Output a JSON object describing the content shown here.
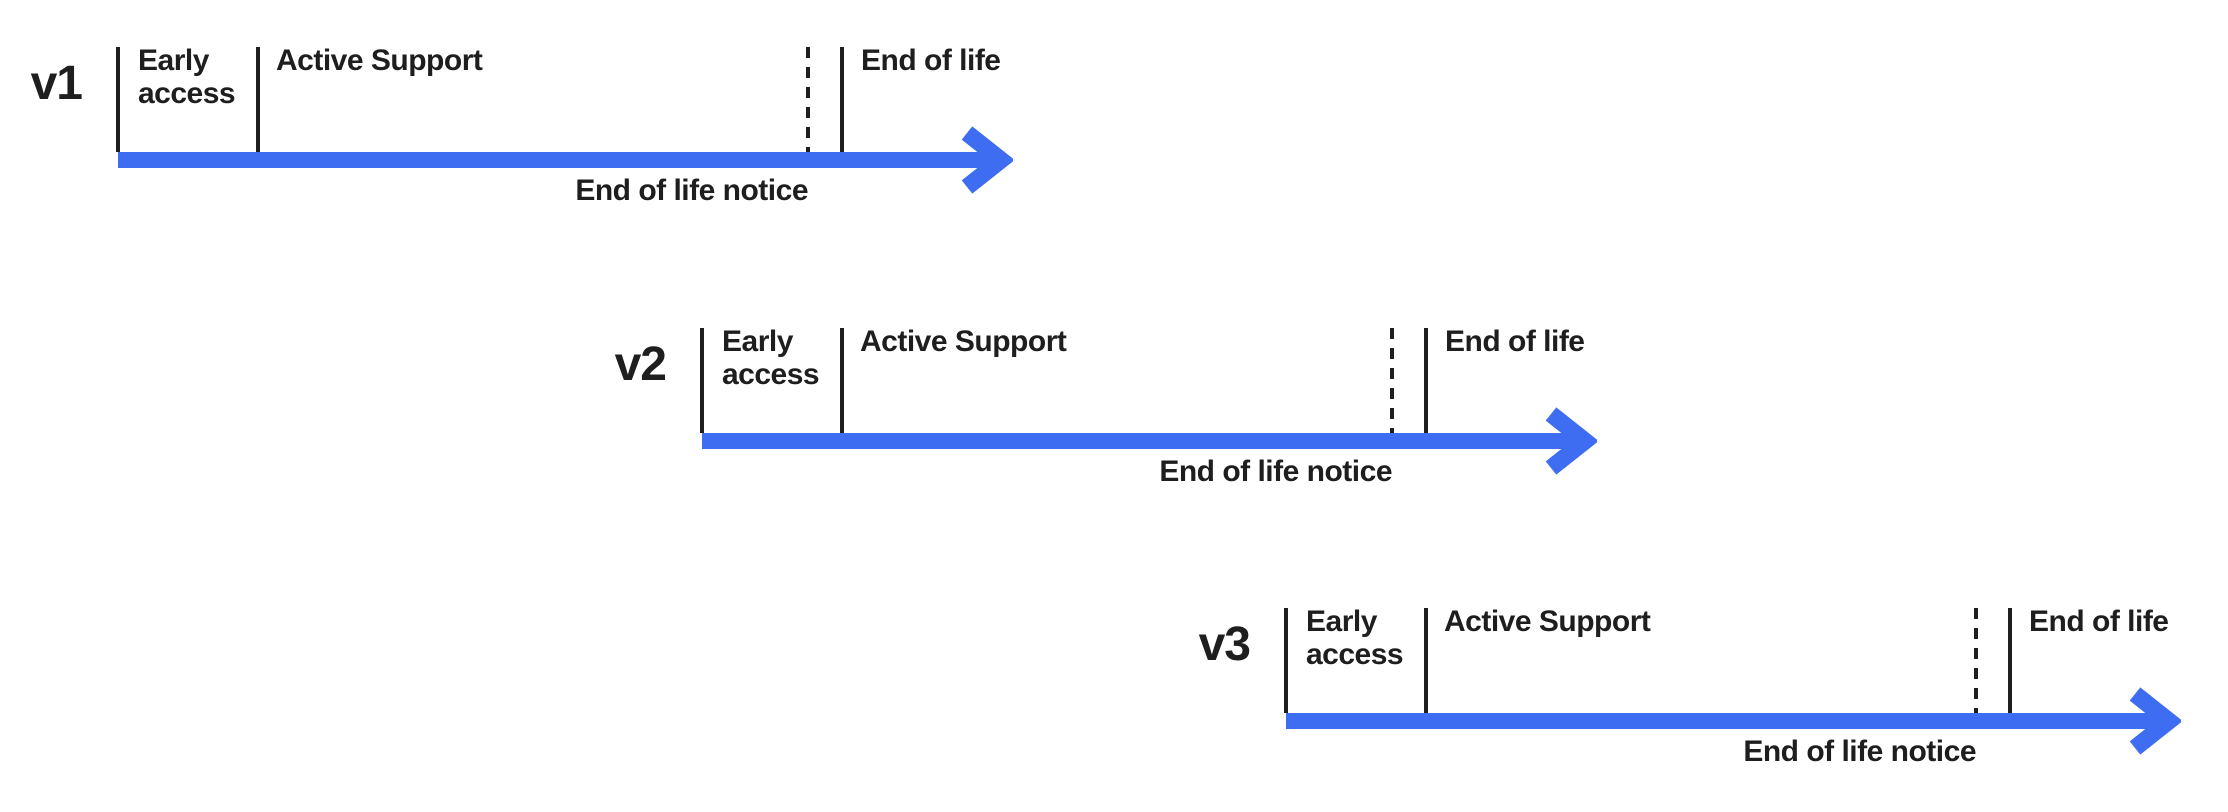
{
  "colors": {
    "accent": "#3E6DF2",
    "ink": "#1E1E1E"
  },
  "timelines": [
    {
      "version": "v1",
      "labels": {
        "early_access": "Early access",
        "active_support": "Active Support",
        "end_of_life": "End of life",
        "end_of_life_notice": "End of life notice"
      }
    },
    {
      "version": "v2",
      "labels": {
        "early_access": "Early access",
        "active_support": "Active Support",
        "end_of_life": "End of life",
        "end_of_life_notice": "End of life notice"
      }
    },
    {
      "version": "v3",
      "labels": {
        "early_access": "Early access",
        "active_support": "Active Support",
        "end_of_life": "End of life",
        "end_of_life_notice": "End of life notice"
      }
    }
  ]
}
